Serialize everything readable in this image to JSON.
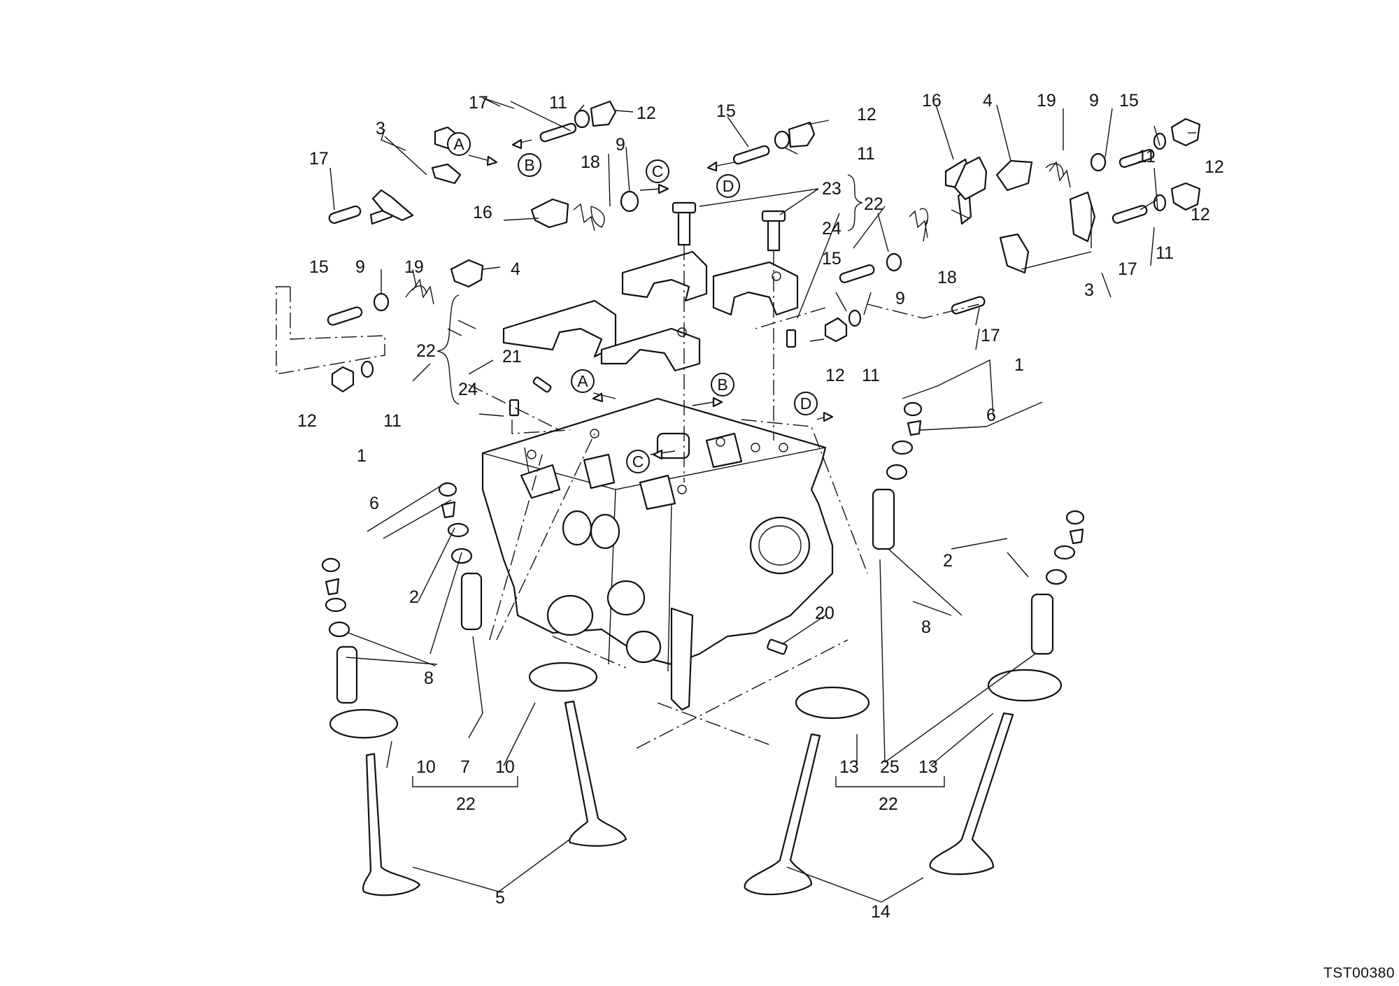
{
  "diagram": {
    "drawing_code": "TST00380",
    "part_labels": [
      "1",
      "2",
      "3",
      "4",
      "5",
      "6",
      "7",
      "8",
      "9",
      "10",
      "11",
      "12",
      "13",
      "14",
      "15",
      "16",
      "17",
      "18",
      "19",
      "20",
      "21",
      "22",
      "23",
      "24",
      "25"
    ],
    "section_markers": [
      "A",
      "B",
      "C",
      "D"
    ]
  }
}
